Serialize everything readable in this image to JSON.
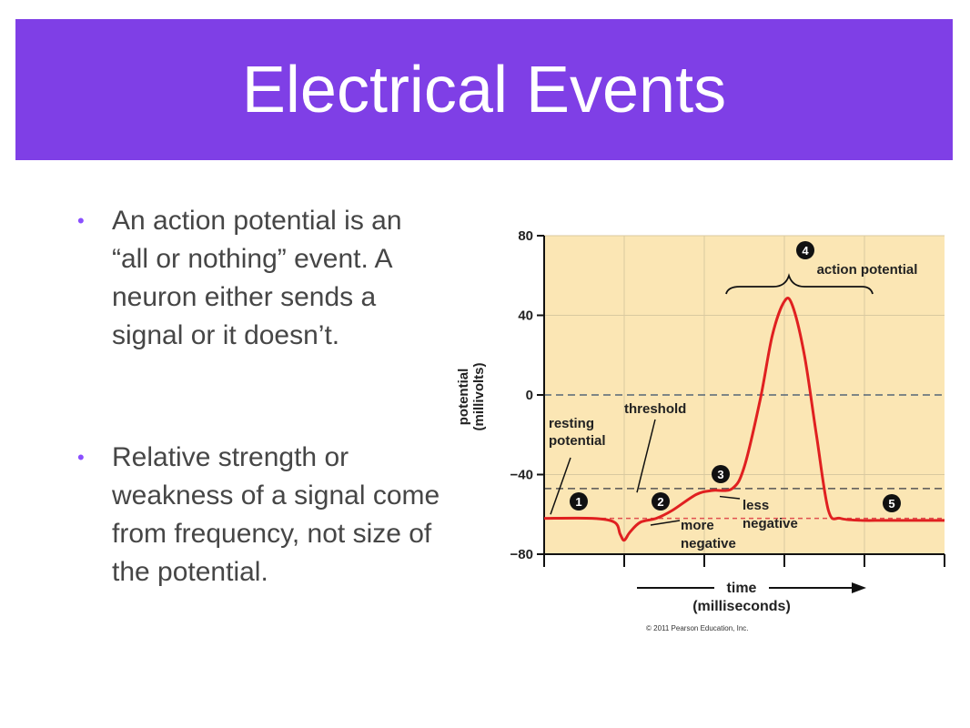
{
  "slide": {
    "title": "Electrical Events",
    "bullets": [
      {
        "symbol": "•",
        "text": "An action potential is an “all or nothing” event.  A neuron either sends a signal or it doesn’t."
      },
      {
        "symbol": "•",
        "text": "Relative strength or weakness of a signal come from frequency, not size of the potential."
      }
    ],
    "colors": {
      "title_bar": "#7f3fe6",
      "title_text": "#ffffff",
      "bullet": "#8a4fff",
      "body_text": "#464646"
    }
  },
  "chart_data": {
    "type": "line",
    "title": "",
    "xlabel": "time (milliseconds)",
    "ylabel": "potential (millivolts)",
    "ylim": [
      -80,
      80
    ],
    "yticks": [
      80,
      40,
      0,
      -40,
      -80
    ],
    "ytick_labels": [
      "80",
      "40",
      "0",
      "−40",
      "−80"
    ],
    "grid": true,
    "colors": {
      "plot_bg": "#fbe6b4",
      "grid": "#d9c9a0",
      "curve": "#e02020",
      "threshold": "#555555",
      "resting": "#e05050",
      "zero": "#556677"
    },
    "series": [
      {
        "x": [
          0,
          0.6,
          0.88,
          0.95,
          1.0,
          1.07,
          1.2,
          1.4,
          1.6,
          1.9,
          2.1,
          2.35,
          2.5,
          2.7,
          2.85,
          3.0,
          3.1,
          3.25,
          3.4,
          3.55,
          3.7,
          3.95,
          4.3,
          5.0
        ],
        "y": [
          -62,
          -62,
          -64,
          -70,
          -73,
          -69,
          -64,
          -62,
          -58,
          -50,
          -48,
          -47,
          -36,
          -2,
          30,
          47,
          45,
          20,
          -20,
          -58,
          -62,
          -63,
          -63,
          -63
        ]
      }
    ],
    "reference_lines": [
      {
        "name": "zero",
        "y": 0
      },
      {
        "name": "threshold",
        "y": -47
      },
      {
        "name": "resting",
        "y": -62
      }
    ],
    "annotations": {
      "resting": "resting\npotential",
      "threshold": "threshold",
      "action": "action potential",
      "more_negative": "more\nnegative",
      "less_negative": "less\nnegative",
      "time_top": "time",
      "time_bottom": "(milliseconds)",
      "ylabel_line1": "potential",
      "ylabel_line2": "(millivolts)",
      "markers": [
        "1",
        "2",
        "3",
        "4",
        "5"
      ]
    },
    "credit": "© 2011 Pearson Education, Inc."
  }
}
